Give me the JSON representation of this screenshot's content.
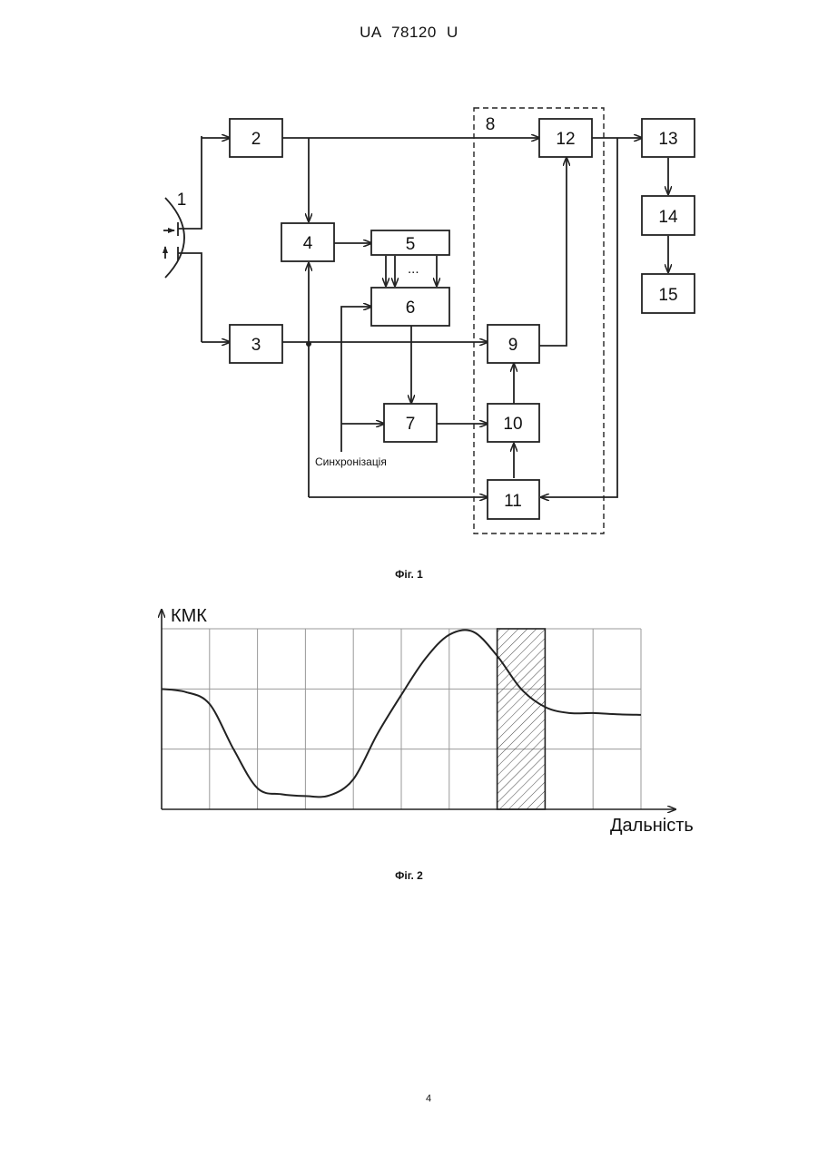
{
  "header": {
    "patent": "UA 78120 U"
  },
  "figure1": {
    "caption": "Фіг. 1",
    "blocks": [
      "1",
      "2",
      "3",
      "4",
      "5",
      "6",
      "7",
      "8",
      "9",
      "10",
      "11",
      "12",
      "13",
      "14",
      "15"
    ],
    "ellipsis": "...",
    "sync_label": "Синхронізація"
  },
  "figure2": {
    "caption": "Фіг. 2",
    "chart_data": {
      "type": "line",
      "ylabel": "КМК",
      "xlabel": "Дальність",
      "grid": true,
      "grid_columns": 10,
      "grid_rows": 3,
      "x": [
        0,
        0.5,
        1,
        1.5,
        2,
        2.5,
        3,
        3.5,
        4,
        4.5,
        5,
        5.5,
        6,
        6.5,
        7,
        7.5,
        8,
        8.5,
        9,
        9.5,
        10
      ],
      "values": [
        2.0,
        1.95,
        1.75,
        1.0,
        0.35,
        0.25,
        0.22,
        0.23,
        0.5,
        1.25,
        1.9,
        2.5,
        2.9,
        2.95,
        2.55,
        2.0,
        1.7,
        1.6,
        1.6,
        1.58,
        1.57
      ],
      "ylim": [
        0,
        3
      ],
      "xlim": [
        0,
        10
      ],
      "highlight_range": [
        7,
        8
      ]
    }
  },
  "page_number": "4",
  "colors": {
    "ink": "#222222",
    "grid": "#999999",
    "background": "#ffffff"
  }
}
